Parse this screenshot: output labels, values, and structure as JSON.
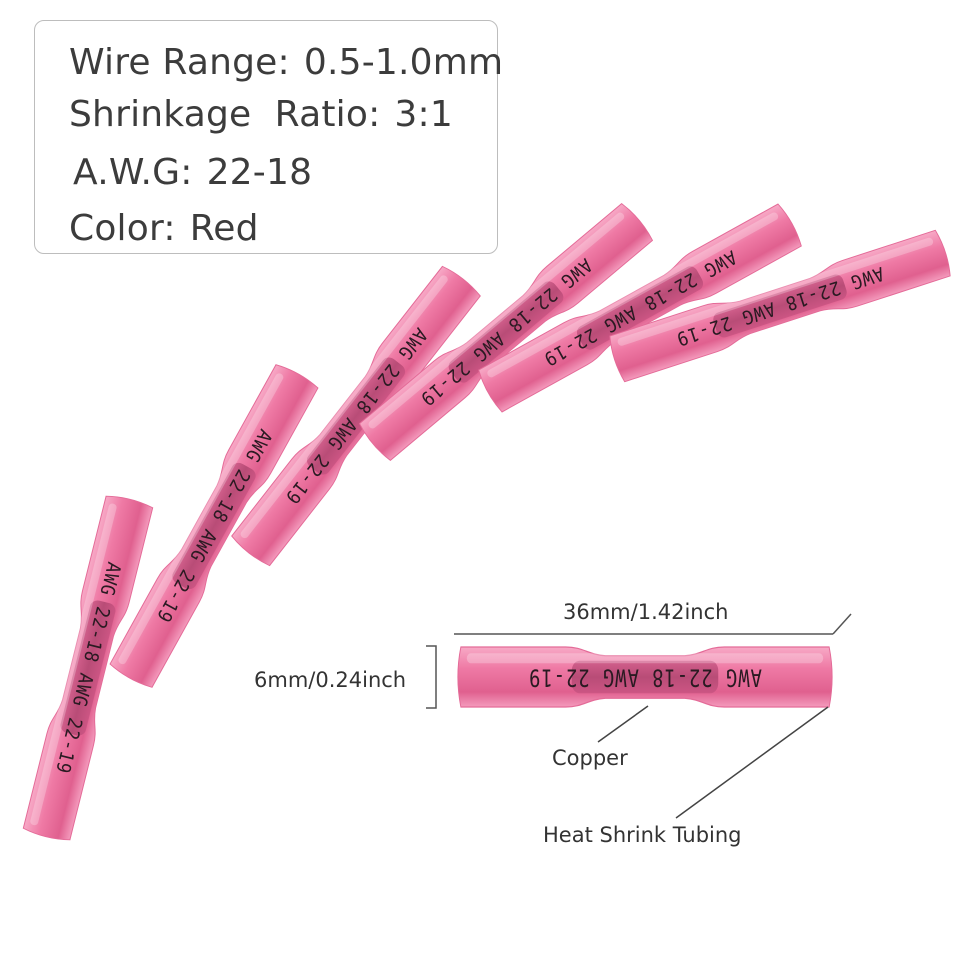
{
  "specs": [
    {
      "label": "Wire Range:",
      "value": "0.5-1.0mm"
    },
    {
      "label": "Shrinkage  Ratio:",
      "value": "3:1"
    },
    {
      "label": "A.W.G:",
      "value": "22-18"
    },
    {
      "label": "Color:",
      "value": "Red"
    }
  ],
  "dimensions": {
    "length": "36mm/1.42inch",
    "diameter": "6mm/0.24inch"
  },
  "callouts": {
    "copper": "Copper",
    "tubing": "Heat Shrink Tubing"
  },
  "connector_print": {
    "full": "AWG 22-18 AWG 22-19"
  },
  "colors": {
    "tube_light": "#f07aa6",
    "tube_mid": "#e05a8c",
    "core_dark": "#a83a62",
    "print": "#2a1a22",
    "leader_line": "#444444"
  }
}
